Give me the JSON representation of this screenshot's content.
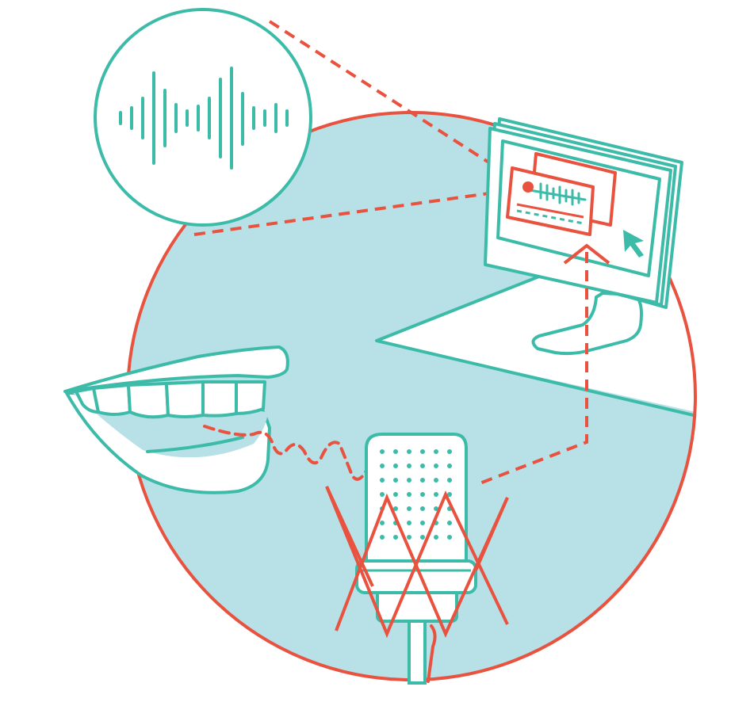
{
  "illustration": {
    "colors": {
      "teal": "#3dbba9",
      "coral": "#e8523f",
      "light_blue": "#b7e1e6",
      "white": "#ffffff"
    },
    "elements": [
      "waveform-bubble",
      "mouth",
      "microphone",
      "shock-mount",
      "computer-monitor",
      "desk",
      "cursor-arrow",
      "sound-wave-path",
      "signal-path"
    ]
  }
}
